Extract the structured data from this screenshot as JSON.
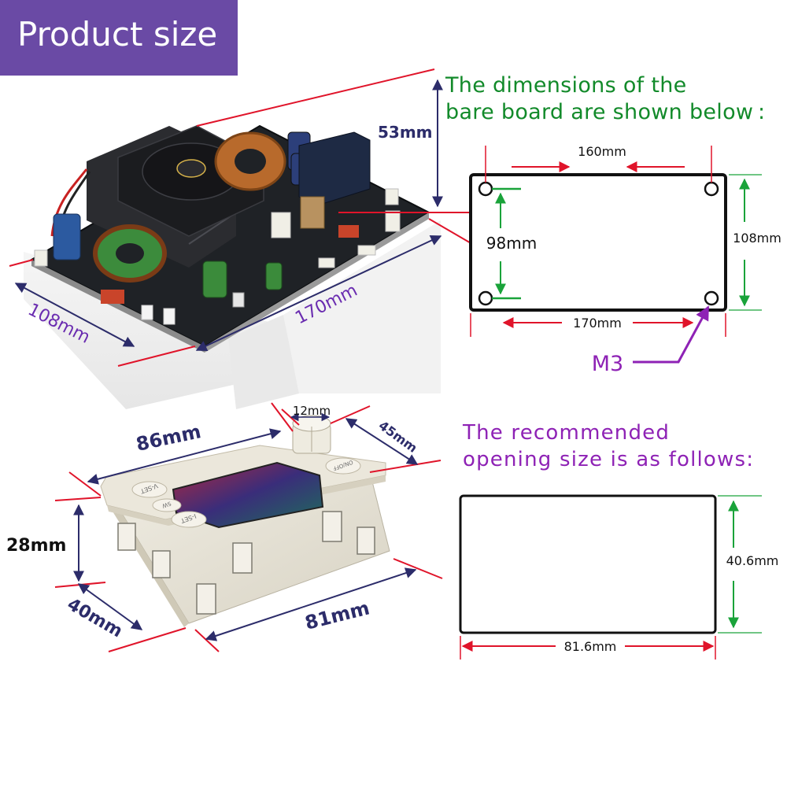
{
  "header": {
    "title": "Product size"
  },
  "board_photo": {
    "height": "53mm",
    "width": "108mm",
    "length": "170mm"
  },
  "bare_board": {
    "heading_line1": "The dimensions of the",
    "heading_line2": "bare board are shown below :",
    "hole_spacing_horizontal": "160mm",
    "hole_spacing_vertical": "98mm",
    "board_height": "108mm",
    "board_length": "170mm",
    "screw": "M3"
  },
  "panel_photo": {
    "knob": "12mm",
    "depth": "45mm",
    "front_width": "86mm",
    "front_height": "28mm",
    "side": "40mm",
    "body_length": "81mm",
    "button_labels": [
      "V-SET",
      "SW",
      "I-SET",
      "ON/OFF"
    ]
  },
  "opening": {
    "heading_line1": "The recommended",
    "heading_line2": "opening size is as follows:",
    "height": "40.6mm",
    "width": "81.6mm"
  },
  "colors": {
    "banner": "#6a4aa5",
    "green_heading": "#128a2a",
    "purple_text": "#8e22b5",
    "dimension_red": "#e0142a",
    "dimension_green": "#1aa33a",
    "photo_arrow": "#2c2c6a"
  }
}
